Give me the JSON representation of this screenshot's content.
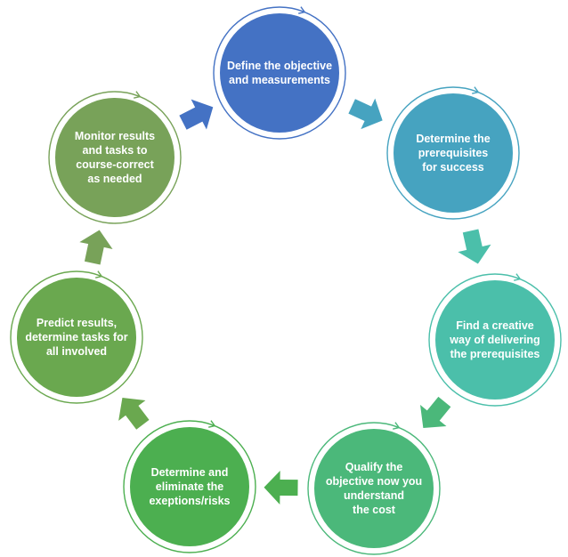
{
  "steps": [
    {
      "label": "Define the objective\nand measurements",
      "color": "#4472c4"
    },
    {
      "label": "Determine the\nprerequisites\nfor success",
      "color": "#46a3c0"
    },
    {
      "label": "Find a creative\nway of delivering\nthe prerequisites",
      "color": "#4bbfaa"
    },
    {
      "label": "Qualify the\nobjective now you\nunderstand\nthe cost",
      "color": "#4bb87a"
    },
    {
      "label": "Determine and\neliminate the\nexeptions/risks",
      "color": "#4caf50"
    },
    {
      "label": "Predict results,\ndetermine tasks for\nall involved",
      "color": "#6aa84f"
    },
    {
      "label": "Monitor results\nand tasks to\ncourse-correct\nas needed",
      "color": "#78a259"
    }
  ],
  "arrow_icon": "chevron-arrow-icon"
}
